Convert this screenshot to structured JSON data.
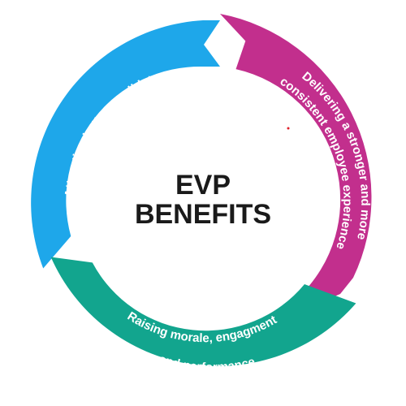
{
  "diagram": {
    "center": {
      "line1": "EVP",
      "line2": "BENEFITS"
    },
    "segments": [
      {
        "id": "blue",
        "color": "#1ea7ea",
        "lines": [
          "Attracting better candidates"
        ]
      },
      {
        "id": "magenta",
        "color": "#c22f8d",
        "lines": [
          "Delivering a stronger and more",
          "consistent employee experience"
        ]
      },
      {
        "id": "teal",
        "color": "#12a58e",
        "lines": [
          "Raising morale, engagment",
          "and performance"
        ]
      }
    ],
    "accent_dot_color": "#e0202a"
  }
}
